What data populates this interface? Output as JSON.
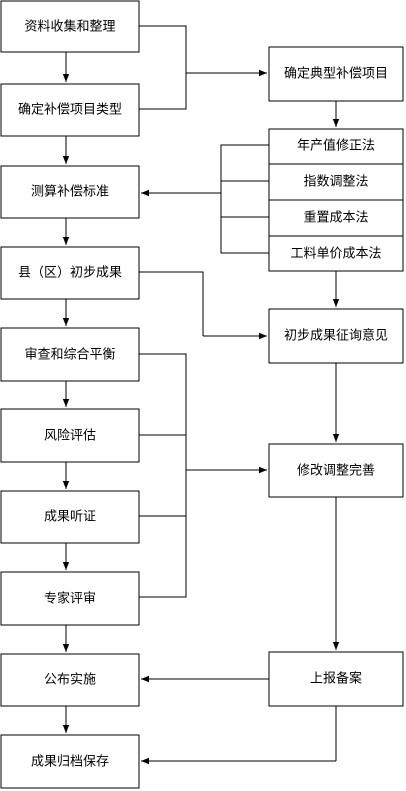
{
  "nodes": {
    "collect": "资料收集和整理",
    "type": "确定补偿项目类型",
    "calc": "测算补偿标准",
    "county": "县（区）初步成果",
    "review": "审查和综合平衡",
    "risk": "风险评估",
    "hearing": "成果听证",
    "expert": "专家评审",
    "publish": "公布实施",
    "archive": "成果归档保存",
    "typical": "确定典型补偿项目",
    "m1": "年产值修正法",
    "m2": "指数调整法",
    "m3": "重置成本法",
    "m4": "工料单价成本法",
    "opinion": "初步成果征询意见",
    "revise": "修改调整完善",
    "report": "上报备案"
  }
}
